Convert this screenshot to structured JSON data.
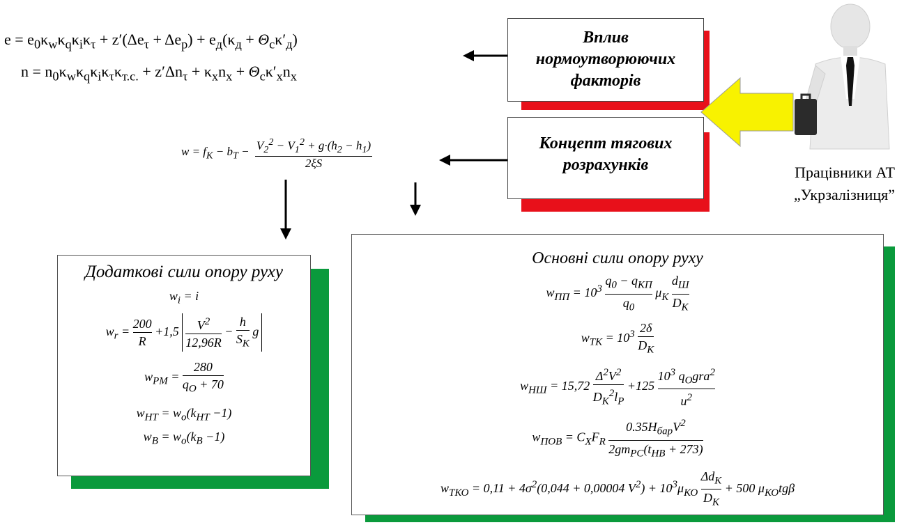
{
  "formulas_top": {
    "e": "e = e₀κ_wκ_qκᵢκ_τ + z′(Δe_τ + Δe_p) + e_д(κ_д + Θ_cκ′_д)",
    "n": "n = n₀κ_wκ_qκᵢκ_τκ_т.с. + z′Δn_τ + κ_xn_x + Θ_cκ′_xn_x"
  },
  "formula_w": "w = f_K − b_T − (V₂² − V₁² + g·(h₂ − h₁)) / 2ξS",
  "box_factors": {
    "line1": "Вплив",
    "line2": "нормоутворюючих",
    "line3": "факторів"
  },
  "box_concept": {
    "line1": "Концепт тягових",
    "line2": "розрахунків"
  },
  "workers_label": {
    "line1": "Працівники АТ",
    "line2": "„Укрзалізниця”"
  },
  "additional_box": {
    "title": "Додаткові сили опору руху",
    "formulas": [
      "wᵢ = i",
      "w_r = 200/R + 1,5 | V²/(12,96R) − h/S_K g |",
      "w_PM = 280 / (q_O + 70)",
      "w_HT = w_o(k_HT − 1)",
      "w_B = w_o(k_B − 1)"
    ]
  },
  "main_box": {
    "title": "Основні сили опору руху",
    "formulas": [
      "w_ПП = 10³ (q₀ − q_КП)/q₀ μ_K d_Ш/D_K",
      "w_ТК = 10³ 2δ/D_K",
      "w_НШ = 15,72 Δ²V²/(D_K² l_P) + 125 10³ q_O g r a²/u²",
      "w_ПОВ = C_X F_R 0.35 H_бар V² / (2 g m_PC (t_HB + 273))",
      "w_ТКО = 0,11 + 4σ²(0,044 + 0,00004 V²) + 10³ μ_КО Δd_K/D_K + 500 μ_КО tgβ"
    ]
  }
}
